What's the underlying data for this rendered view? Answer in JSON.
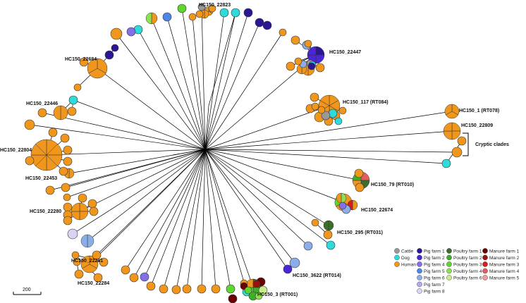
{
  "colors": {
    "human": "#F0961C",
    "dog": "#2EDBDB",
    "cattle": "#999999",
    "pig_farm_1": "#2B1796",
    "pig_farm_2": "#4A26D6",
    "pig_farm_4": "#8370E8",
    "pig_farm_5": "#4C86E8",
    "pig_farm_6": "#8CAEE8",
    "pig_farm_7": "#B7A8EE",
    "pig_farm_8": "#DCD3F2",
    "poultry_farm_1": "#3C6E2A",
    "poultry_farm_2": "#3FAF2B",
    "poultry_farm_3": "#5ED62E",
    "poultry_farm_4": "#8FE04E",
    "poultry_farm_6": "#C8EB8E",
    "manure_farm_1": "#6B0000",
    "manure_farm_2": "#9E1010",
    "manure_farm_3": "#D81C1C",
    "manure_farm_4": "#E25D5D",
    "manure_farm_5": "#EE9C9C",
    "branch": "#000000",
    "node_edge": "#333333"
  },
  "labels": {
    "hc_22823": "HC150_22823",
    "hc_22447": "HC150_22447",
    "hc_22684": "HC150_22684",
    "hc_117": "HC150_117 (RT084)",
    "hc_22446": "HC150_22446",
    "hc_1": "HC150_1 (RT078)",
    "hc_22809": "HC150_22809",
    "cryptic": "Cryptic clades",
    "hc_22804": "HC150_22804",
    "hc_22453": "HC150_22453",
    "hc_79": "HC150_79 (RT010)",
    "hc_22674": "HC150_22674",
    "hc_22280": "HC150_22280",
    "hc_295": "HC150_295 (RT031)",
    "hc_22281": "HC150_22281",
    "hc_3622": "HC150_3622 (RT014)",
    "hc_22284": "HC150_22284",
    "hc_3": "HC150_3 (RT001)"
  },
  "scale_bar": {
    "label": "200"
  },
  "legend": {
    "col1": [
      {
        "label": "Cattle",
        "color_key": "cattle"
      },
      {
        "label": "Dog",
        "color_key": "dog"
      },
      {
        "label": "Human",
        "color_key": "human"
      }
    ],
    "col2": [
      {
        "label": "Pig farm 1",
        "color_key": "pig_farm_1"
      },
      {
        "label": "Pig farm 2",
        "color_key": "pig_farm_2"
      },
      {
        "label": "Pig farm 4",
        "color_key": "pig_farm_4"
      },
      {
        "label": "Pig farm 5",
        "color_key": "pig_farm_5"
      },
      {
        "label": "Pig farm 6",
        "color_key": "pig_farm_6"
      },
      {
        "label": "Pig farm 7",
        "color_key": "pig_farm_7"
      },
      {
        "label": "Pig farm 8",
        "color_key": "pig_farm_8"
      }
    ],
    "col3": [
      {
        "label": "Poultry farm 1",
        "color_key": "poultry_farm_1"
      },
      {
        "label": "Poultry farm 2",
        "color_key": "poultry_farm_2"
      },
      {
        "label": "Poultry farm 3",
        "color_key": "poultry_farm_3"
      },
      {
        "label": "Poultry farm 4",
        "color_key": "poultry_farm_4"
      },
      {
        "label": "Poultry farm 6",
        "color_key": "poultry_farm_6"
      }
    ],
    "col4": [
      {
        "label": "Manure farm 1",
        "color_key": "manure_farm_1"
      },
      {
        "label": "Manure farm 2",
        "color_key": "manure_farm_2"
      },
      {
        "label": "Manure farm 3",
        "color_key": "manure_farm_3"
      },
      {
        "label": "Manure farm 4",
        "color_key": "manure_farm_4"
      },
      {
        "label": "Manure farm 5",
        "color_key": "manure_farm_5"
      }
    ]
  }
}
